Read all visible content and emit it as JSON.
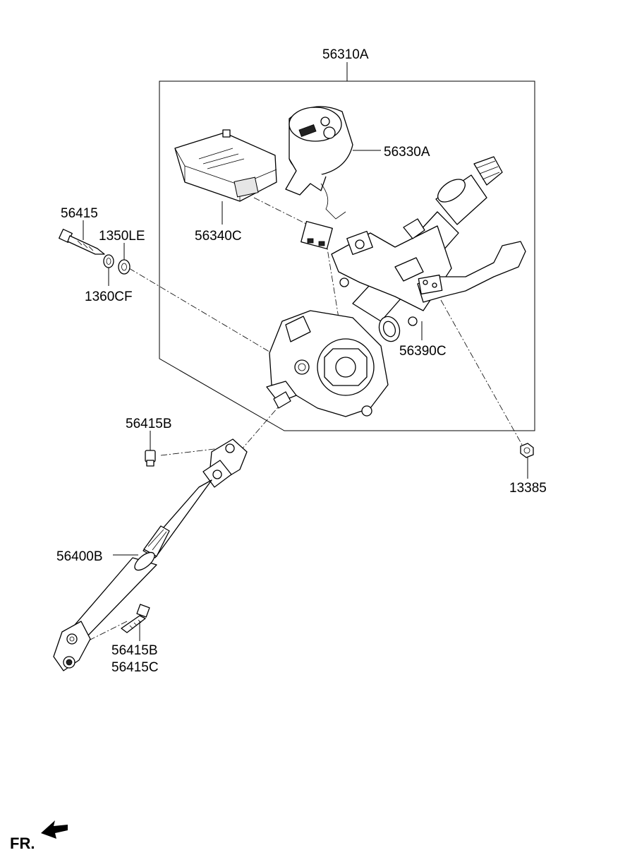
{
  "labels": {
    "assembly": "56310A",
    "lock_housing": "56330A",
    "control_module": "56340C",
    "bolt": "56415",
    "washer_upper": "1350LE",
    "washer_lower": "1360CF",
    "tilt_lever_bracket": "56390C",
    "nut": "13385",
    "joint_bolt": "56415B",
    "shaft": "56400B",
    "lower_bolt_1": "56415B",
    "lower_bolt_2": "56415C"
  },
  "direction": {
    "label": "FR."
  }
}
